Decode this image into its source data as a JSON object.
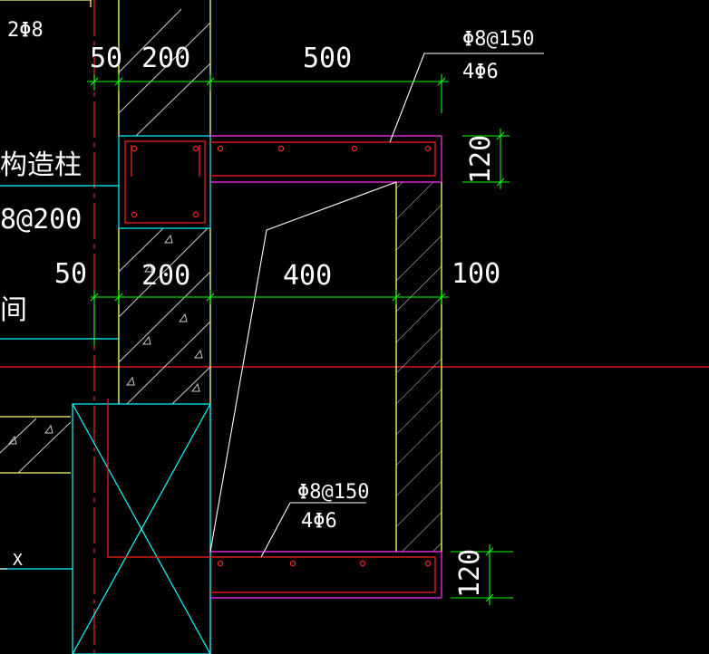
{
  "labels": {
    "top_left_bar": "2Φ8",
    "dim_top_50": "50",
    "dim_top_200": "200",
    "dim_top_500": "500",
    "rebar_top_stirrup": "Φ8@150",
    "rebar_top_main": "4Φ6",
    "dim_right_top_120": "120",
    "left_text_column": "构造柱",
    "left_text_spacing": "8@200",
    "dim_mid_50": "50",
    "dim_mid_200": "200",
    "dim_mid_400": "400",
    "dim_mid_100": "100",
    "left_text_room": "间",
    "rebar_bottom_stirrup": "Φ8@150",
    "rebar_bottom_main": "4Φ6",
    "dim_right_bottom_120": "120",
    "axis_tag": "X"
  },
  "colors": {
    "background": "#000000",
    "green_dim": "#00ff00",
    "yellow_wall": "#ffff66",
    "cyan": "#00ffff",
    "red": "#ff2020",
    "magenta": "#ff33ff",
    "white": "#ffffff",
    "hatch": "#cccccc"
  }
}
